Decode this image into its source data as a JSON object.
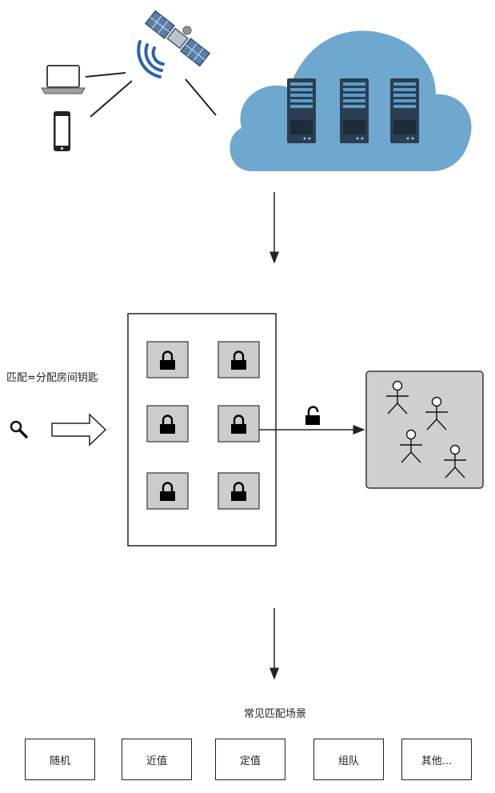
{
  "match_label": "匹配=分配房间钥匙",
  "scenes_title": "常见匹配场景",
  "scenes": [
    "随机",
    "近值",
    "定值",
    "组队",
    "其他..."
  ],
  "colors": {
    "cloud": "#6fa8cf",
    "server_body": "#2b3e52",
    "server_slot": "#5b9ec9",
    "satellite": "#5a7ea8",
    "wave": "#2f63a8",
    "lock_cell": "#cccccc",
    "room": "#cfcfcf",
    "line": "#333333"
  }
}
